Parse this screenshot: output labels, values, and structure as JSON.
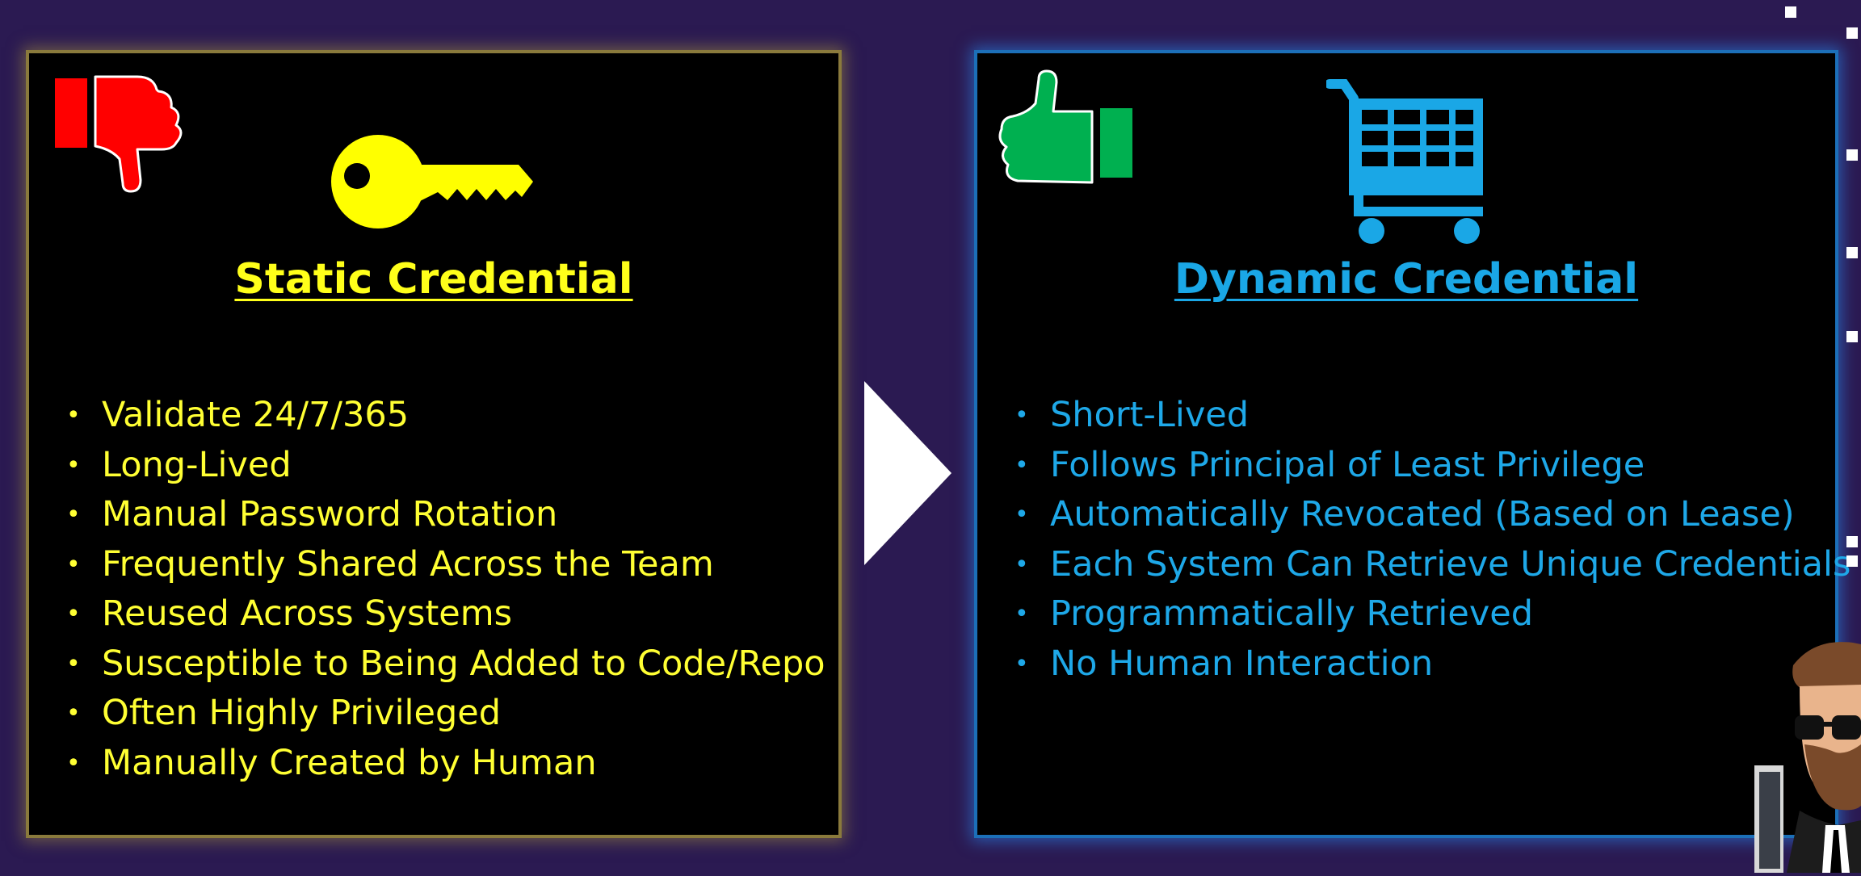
{
  "colors": {
    "background": "#2b1a52",
    "static_accent": "#ffff1a",
    "dynamic_accent": "#1aa7e6",
    "thumb_down": "#ff0000",
    "thumb_up": "#00b050"
  },
  "static": {
    "title": "Static Credential",
    "status_icon": "thumbs-down-icon",
    "icon": "key-icon",
    "bullets": [
      "Validate 24/7/365",
      "Long-Lived",
      "Manual Password Rotation",
      "Frequently Shared Across the Team",
      "Reused Across Systems",
      "Susceptible to Being Added to Code/Repo",
      "Often Highly Privileged",
      "Manually Created by Human"
    ]
  },
  "dynamic": {
    "title": "Dynamic Credential",
    "status_icon": "thumbs-up-icon",
    "icon": "shopping-cart-icon",
    "bullets": [
      "Short-Lived",
      "Follows Principal of Least Privilege",
      "Automatically Revocated (Based on Lease)",
      "Each System Can Retrieve Unique Credentials",
      "Programmatically Retrieved",
      "No Human Interaction"
    ]
  }
}
